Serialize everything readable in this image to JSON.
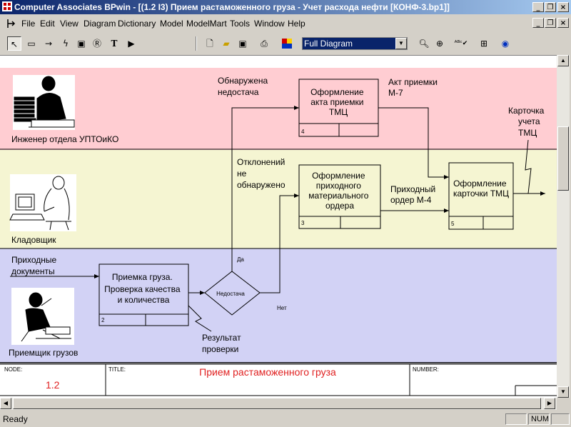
{
  "window": {
    "title": "Computer Associates BPwin - [(1.2 I3) Прием растаможенного груза - Учет расхода нефти  [КОНФ-3.bp1]]"
  },
  "menu": [
    "File",
    "Edit",
    "View",
    "Diagram",
    "Dictionary",
    "Model",
    "ModelMart",
    "Tools",
    "Window",
    "Help"
  ],
  "toolbar": {
    "diagram_select_value": "Full Diagram"
  },
  "lanes": [
    {
      "label": "Инженер отдела УПТОиКО",
      "color": "#ffcdd2"
    },
    {
      "label": "Кладовщик",
      "color": "#f5f5d2"
    },
    {
      "label": "Приемщик грузов",
      "color": "#d2d2f5"
    }
  ],
  "boxes": [
    {
      "number": "4",
      "lines": [
        "Оформление",
        "акта приемки",
        "ТМЦ"
      ]
    },
    {
      "number": "3",
      "lines": [
        "Оформление",
        "приходного",
        "материального",
        "ордера"
      ]
    },
    {
      "number": "5",
      "lines": [
        "Оформление",
        "карточки ТМЦ"
      ]
    },
    {
      "number": "2",
      "lines": [
        "Приемка груза.",
        "Проверка качества",
        "и количества"
      ]
    }
  ],
  "decision": {
    "label": "Недостача",
    "yes": "Да",
    "no": "Нет"
  },
  "arrow_labels": {
    "shortage_found": [
      "Обнаружена",
      "недостача"
    ],
    "no_deviation": [
      "Отклонений",
      "не",
      "обнаружено"
    ],
    "act": [
      "Акт приемки",
      "М-7"
    ],
    "order": [
      "Приходный",
      "ордер М-4"
    ],
    "card": [
      "Карточка",
      "учета",
      "ТМЦ"
    ],
    "docs": [
      "Приходные",
      "документы"
    ],
    "result": [
      "Результат",
      "проверки"
    ]
  },
  "frame": {
    "node_label": "NODE:",
    "node_value": "1.2",
    "title_label": "TITLE:",
    "title_value": "Прием растаможенного груза",
    "number_label": "NUMBER:"
  },
  "status": {
    "text": "Ready",
    "num": "NUM"
  },
  "colors": {
    "accent_red": "#e02020",
    "title_blue": "#0a246a"
  }
}
